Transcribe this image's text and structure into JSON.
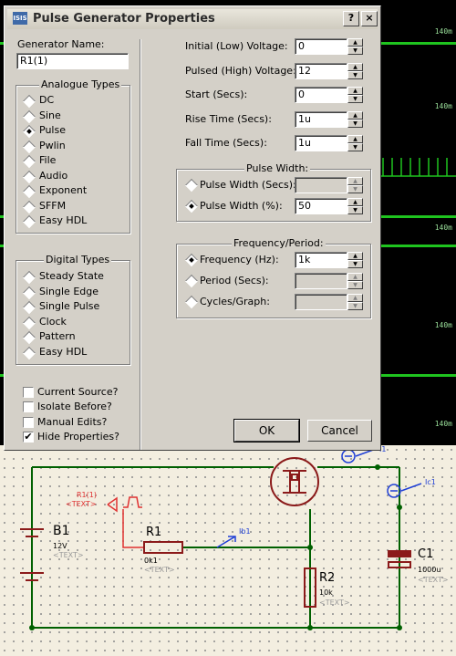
{
  "scope": {
    "time_labels": [
      "140m",
      "140m",
      "140m",
      "140m",
      "140m"
    ]
  },
  "dialog": {
    "title": "Pulse Generator Properties",
    "icon_text": "ISIS",
    "help_button": "?",
    "close_button": "×",
    "generator_name_label": "Generator Name:",
    "generator_name_value": "R1(1)",
    "analogue_types": {
      "title": "Analogue Types",
      "items": [
        "DC",
        "Sine",
        "Pulse",
        "Pwlin",
        "File",
        "Audio",
        "Exponent",
        "SFFM",
        "Easy HDL"
      ],
      "selected": "Pulse"
    },
    "digital_types": {
      "title": "Digital Types",
      "items": [
        "Steady State",
        "Single Edge",
        "Single Pulse",
        "Clock",
        "Pattern",
        "Easy HDL"
      ]
    },
    "checkboxes": [
      {
        "label": "Current Source?",
        "checked": false
      },
      {
        "label": "Isolate Before?",
        "checked": false
      },
      {
        "label": "Manual Edits?",
        "checked": false
      },
      {
        "label": "Hide Properties?",
        "checked": true
      }
    ],
    "fields": [
      {
        "label": "Initial (Low) Voltage:",
        "value": "0"
      },
      {
        "label": "Pulsed (High) Voltage:",
        "value": "12"
      },
      {
        "label": "Start (Secs):",
        "value": "0"
      },
      {
        "label": "Rise Time (Secs):",
        "value": "1u"
      },
      {
        "label": "Fall Time (Secs):",
        "value": "1u"
      }
    ],
    "pulse_width": {
      "title": "Pulse Width:",
      "options": [
        {
          "label": "Pulse Width (Secs):",
          "value": "",
          "selected": false
        },
        {
          "label": "Pulse Width (%):",
          "value": "50",
          "selected": true
        }
      ]
    },
    "freq_period": {
      "title": "Frequency/Period:",
      "options": [
        {
          "label": "Frequency (Hz):",
          "value": "1k",
          "selected": true
        },
        {
          "label": "Period (Secs):",
          "value": "",
          "selected": false
        },
        {
          "label": "Cycles/Graph:",
          "value": "",
          "selected": false
        }
      ]
    },
    "ok_label": "OK",
    "cancel_label": "Cancel"
  },
  "schematic": {
    "generator_name": "R1(1)",
    "generator_text": "<TEXT>",
    "b1_name": "B1",
    "b1_value": "12V",
    "b1_text": "<TEXT>",
    "r1_name": "R1",
    "r1_value": "0k1",
    "r1_text": "<TEXT>",
    "r2_name": "R2",
    "r2_value": "10k",
    "r2_text": "<TEXT>",
    "c1_name": "C1",
    "c1_value": "1000u",
    "c1_text": "<TEXT>",
    "probe_ib1": "Ib1",
    "probe_ic1": "Ic1",
    "probe_i1": "I1"
  },
  "colors": {
    "trace": "#1fc41f",
    "wire": "#006000",
    "component": "#8b1a1a",
    "probe": "#1f3fd6",
    "generator": "#e03030"
  }
}
